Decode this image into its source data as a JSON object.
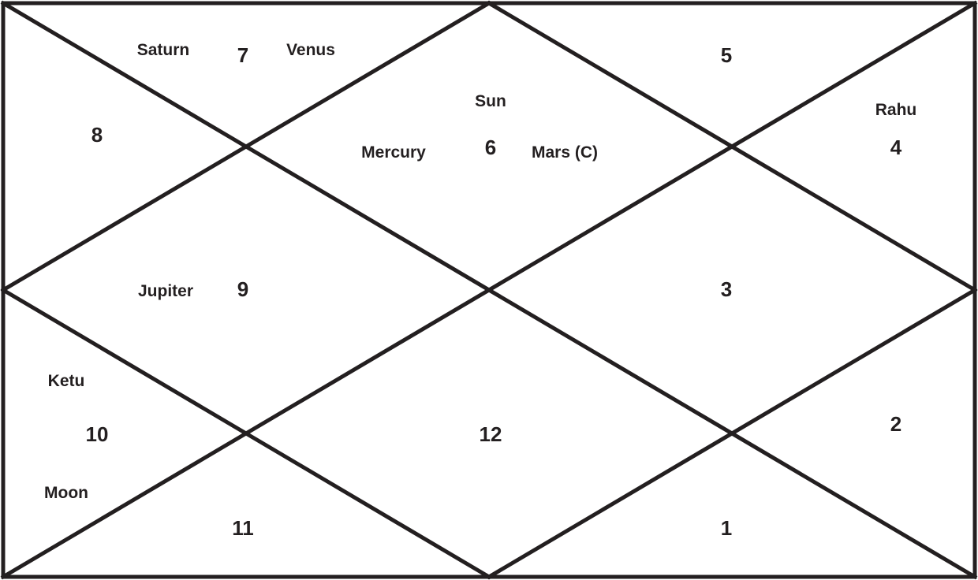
{
  "chart": {
    "line_color": "#231f20",
    "background_color": "#ffffff",
    "houses": [
      {
        "number": "1",
        "planets": []
      },
      {
        "number": "2",
        "planets": []
      },
      {
        "number": "3",
        "planets": []
      },
      {
        "number": "4",
        "planets": [
          "Rahu"
        ]
      },
      {
        "number": "5",
        "planets": []
      },
      {
        "number": "6",
        "planets": [
          "Sun",
          "Mercury",
          "Mars (C)"
        ]
      },
      {
        "number": "7",
        "planets": [
          "Saturn",
          "Venus"
        ]
      },
      {
        "number": "8",
        "planets": []
      },
      {
        "number": "9",
        "planets": [
          "Jupiter"
        ]
      },
      {
        "number": "10",
        "planets": [
          "Ketu",
          "Moon"
        ]
      },
      {
        "number": "11",
        "planets": []
      },
      {
        "number": "12",
        "planets": []
      }
    ]
  }
}
